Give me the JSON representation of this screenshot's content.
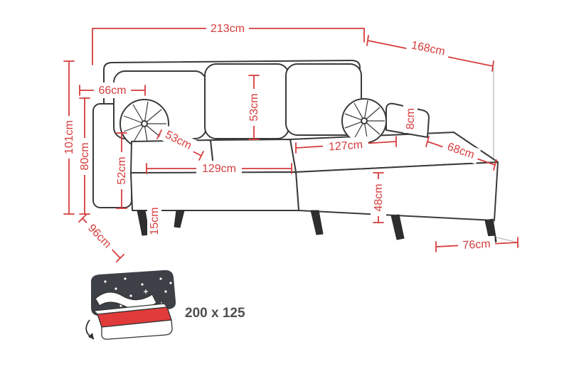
{
  "diagram": {
    "subject": "corner-sofa-dimension-diagram",
    "colors": {
      "dimension_accent": "#d63c3c",
      "outline": "#3a3a3a",
      "guide": "#bdbdbd",
      "storage_red": "#e23b3b",
      "icon_dark": "#3d4046"
    },
    "dimensions": {
      "width_total": "213cm",
      "depth_total": "168cm",
      "height_total": "101cm",
      "back_height": "80cm",
      "arm_height": "52cm",
      "back_cushion_width": "66cm",
      "back_cushion_height": "53cm",
      "seat_depth": "53cm",
      "seat_width": "129cm",
      "chaise_length": "127cm",
      "chaise_width": "68cm",
      "armrest_width": "8cm",
      "chaise_height": "48cm",
      "chaise_end_width": "76cm",
      "side_depth": "96cm",
      "leg_height": "15cm"
    },
    "sleeping_area": {
      "icon": "bed-storage-icon",
      "label": "200 x 125"
    }
  }
}
